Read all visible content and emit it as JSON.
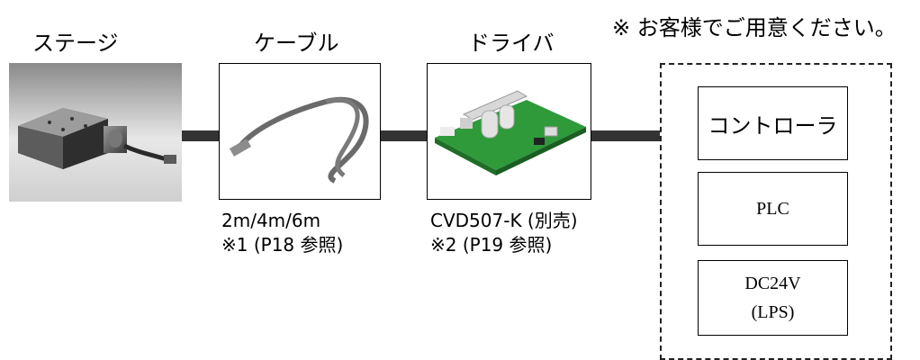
{
  "note": "※ お客様でご用意ください。",
  "stage": {
    "label": "ステージ",
    "icon": "motorized-stage-photo"
  },
  "cable": {
    "label": "ケーブル",
    "icon": "cable-photo",
    "caption_line1": "2m/4m/6m",
    "caption_line2": "※1 (P18 参照)"
  },
  "driver": {
    "label": "ドライバ",
    "icon": "driver-board-photo",
    "caption_line1": "CVD507-K (別売)",
    "caption_line2": "※2 (P19 参照)"
  },
  "customer_supplied": {
    "controller": "コントローラ",
    "plc": "PLC",
    "power_line1": "DC24V",
    "power_line2": "(LPS)"
  },
  "colors": {
    "connector_line": "#333333",
    "board_green": "#2e9a3a",
    "photo_bg": "#d8d8d8"
  }
}
